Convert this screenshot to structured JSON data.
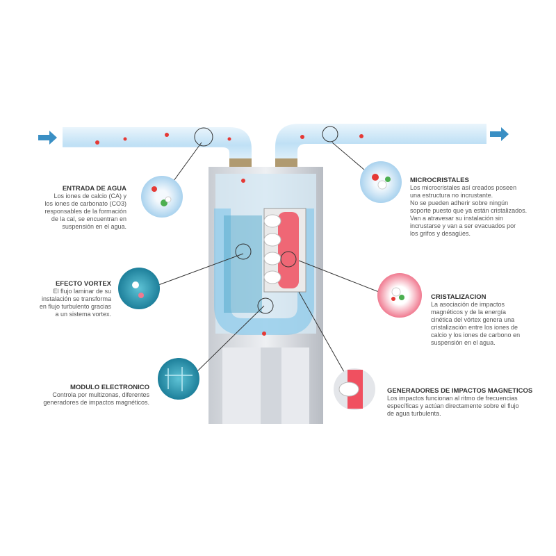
{
  "callouts": {
    "entrada": {
      "title": "ENTRADA DE AGUA",
      "lines": [
        "Los iones de calcio (CA) y",
        "los iones de carbonato (CO3)",
        "responsables de la formación",
        "de la cal, se encuentran en",
        "suspensión en el agua."
      ]
    },
    "vortex": {
      "title": "EFECTO VORTEX",
      "lines": [
        "El flujo laminar de su",
        "instalación se transforma",
        "en flujo turbulento gracias",
        "a un sistema vortex."
      ]
    },
    "modulo": {
      "title": "MODULO ELECTRONICO",
      "lines": [
        "Controla por multizonas, diferentes",
        "generadores de impactos magnéticos."
      ]
    },
    "micro": {
      "title": "MICROCRISTALES",
      "lines": [
        "Los microcristales así creados poseen",
        "una estructura no incrustante.",
        "No se pueden adherir sobre ningún",
        "soporte puesto que ya están cristalizados.",
        "Van a atravesar su instalación sin",
        "incrustarse y van a ser evacuados por",
        "los grifos y desagües."
      ]
    },
    "cristal": {
      "title": "CRISTALIZACION",
      "lines": [
        "La asociación de impactos",
        "magnéticos y de la energía",
        "cinética del vórtex genera una",
        "cristalización entre los iones de",
        "calcio y los iones de carbono en",
        "suspensión en el agua."
      ]
    },
    "generadores": {
      "title": "GENERADORES DE IMPACTOS MAGNETICOS",
      "lines": [
        "Los impactos funcionan al ritmo de frecuencias",
        "específicas y actúan directamente sobre el flujo",
        "de agua turbulenta."
      ]
    }
  },
  "colors": {
    "pipe": "#cfe6f7",
    "arrow": "#3a8fc4",
    "ion_red": "#e53935",
    "magnet_red": "#f05060",
    "text": "#555555"
  }
}
